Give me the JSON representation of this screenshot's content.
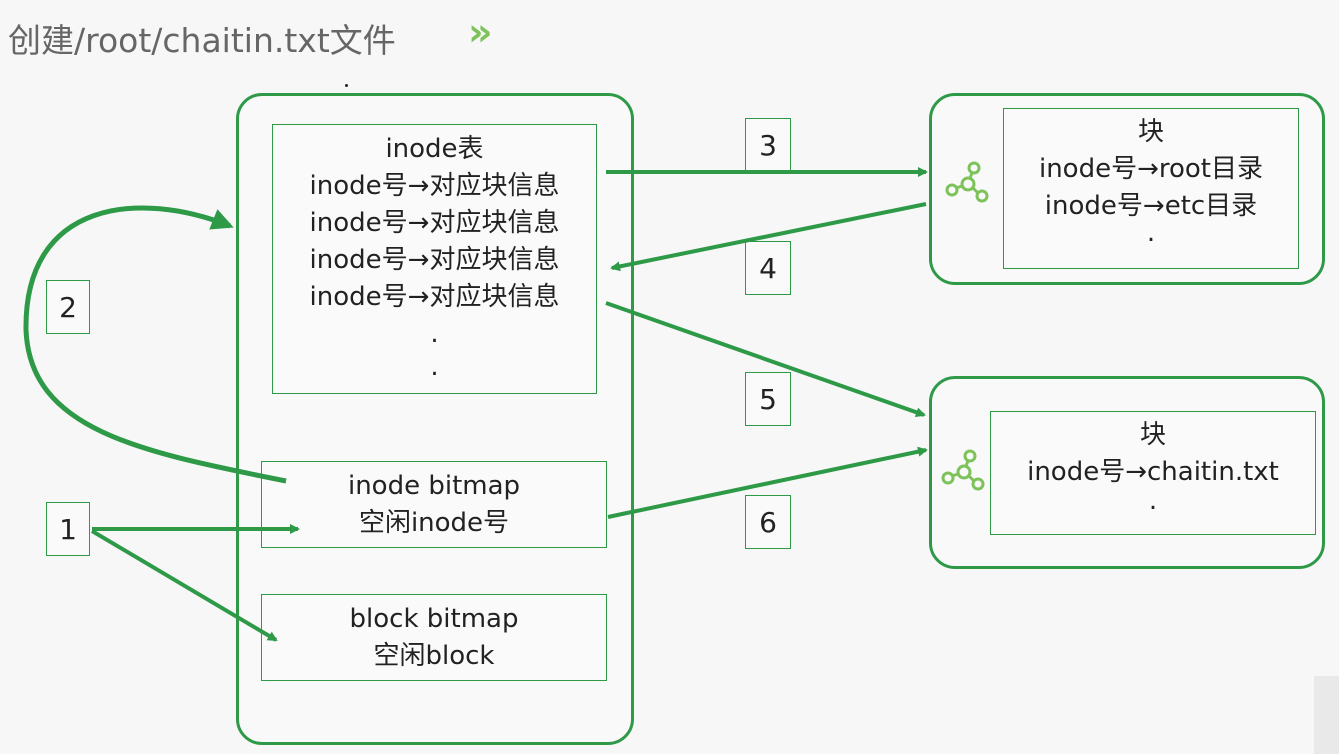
{
  "title": "创建/root/chaitin.txt文件",
  "title_chevron": "»",
  "colors": {
    "green": "#2e9a48",
    "icon_green": "#7dc35a",
    "title_gray": "#666666"
  },
  "inode_table": {
    "header": "inode表",
    "row1": "inode号→对应块信息",
    "row2": "inode号→对应块信息",
    "row3": "inode号→对应块信息",
    "row4": "inode号→对应块信息",
    "ellipsis1": ".",
    "ellipsis2": "."
  },
  "inode_bitmap": {
    "line1": "inode bitmap",
    "line2": "空闲inode号"
  },
  "block_bitmap": {
    "line1": "block bitmap",
    "line2": "空闲block"
  },
  "block_top": {
    "header": "块",
    "line1": "inode号→root目录",
    "line2": "inode号→etc目录",
    "ellipsis": "."
  },
  "block_bottom": {
    "header": "块",
    "line1": "inode号→chaitin.txt",
    "ellipsis": "."
  },
  "steps": {
    "s1": "1",
    "s2": "2",
    "s3": "3",
    "s4": "4",
    "s5": "5",
    "s6": "6"
  },
  "icons": {
    "block_top_icon": "share-node-icon",
    "block_bottom_icon": "share-node-icon"
  }
}
